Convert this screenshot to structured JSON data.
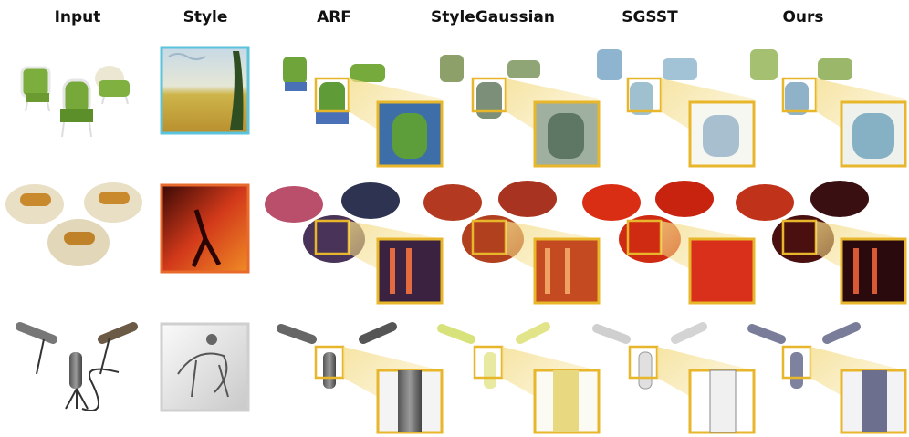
{
  "figure": {
    "columns": [
      {
        "key": "input",
        "title": "Input"
      },
      {
        "key": "style",
        "title": "Style"
      },
      {
        "key": "arf",
        "title": "ARF"
      },
      {
        "key": "stylegaussian",
        "title": "StyleGaussian"
      },
      {
        "key": "sgsst",
        "title": "SGSST"
      },
      {
        "key": "ours",
        "title": "Ours"
      }
    ],
    "rows": [
      {
        "key": "chairs"
      },
      {
        "key": "hotdogs"
      },
      {
        "key": "microphones"
      }
    ],
    "colors": {
      "zoom_frame": "#e8b62a",
      "style1_border": "#5cc3dd",
      "style2_border": "#e86a2c",
      "style3_border": "#cfcfcf"
    }
  }
}
